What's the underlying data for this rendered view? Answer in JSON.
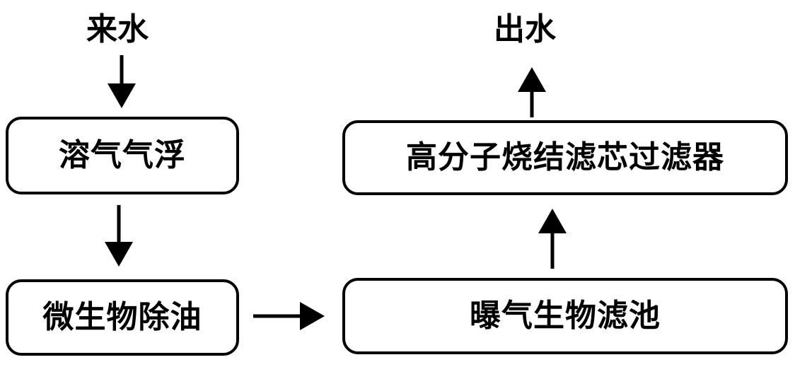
{
  "input_label": "来水",
  "output_label": "出水",
  "steps": {
    "dissolved_air_flotation": "溶气气浮",
    "microbial_oil_removal": "微生物除油",
    "biological_aerated_filter": "曝气生物滤池",
    "polymer_sintered_filter": "高分子烧结滤芯过滤器"
  }
}
